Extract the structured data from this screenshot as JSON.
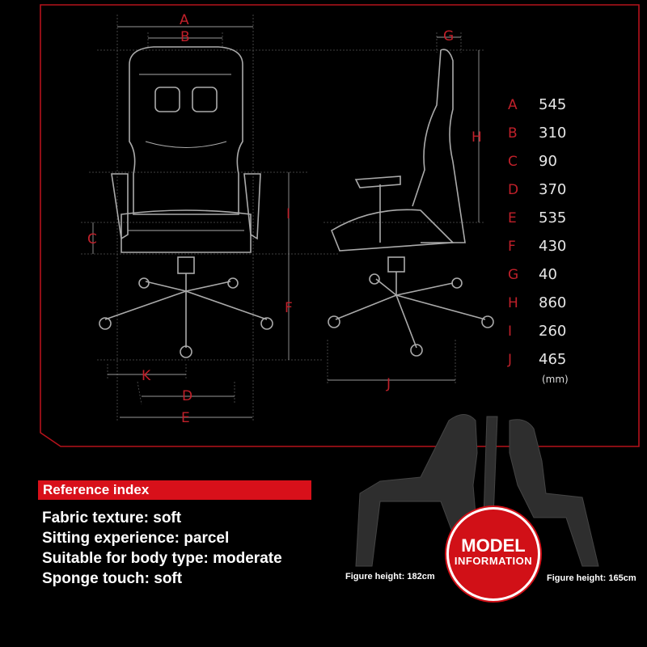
{
  "colors": {
    "accent": "#d8101a",
    "line": "#c0202a",
    "background": "#000000"
  },
  "diagram_labels": {
    "A": "A",
    "B": "B",
    "C": "C",
    "D": "D",
    "E": "E",
    "F": "F",
    "G": "G",
    "H": "H",
    "I": "I",
    "J": "J",
    "K": "K"
  },
  "specs": [
    {
      "letter": "A",
      "value": "545"
    },
    {
      "letter": "B",
      "value": "310"
    },
    {
      "letter": "C",
      "value": "90"
    },
    {
      "letter": "D",
      "value": "370"
    },
    {
      "letter": "E",
      "value": "535"
    },
    {
      "letter": "F",
      "value": "430"
    },
    {
      "letter": "G",
      "value": "40"
    },
    {
      "letter": "H",
      "value": "860"
    },
    {
      "letter": "I",
      "value": "260"
    },
    {
      "letter": "J",
      "value": "465"
    }
  ],
  "unit": "(mm)",
  "reference": {
    "title": "Reference index",
    "items": [
      "Fabric texture: soft",
      "Sitting experience: parcel",
      "Suitable for body type: moderate",
      "Sponge touch: soft"
    ]
  },
  "model_info": {
    "badge_line1": "MODEL",
    "badge_line2": "INFORMATION",
    "left_caption": "Figure height: 182cm",
    "right_caption": "Figure height: 165cm"
  },
  "icons": [
    "chair-front-icon",
    "chair-side-icon",
    "person-silhouette-icon"
  ]
}
